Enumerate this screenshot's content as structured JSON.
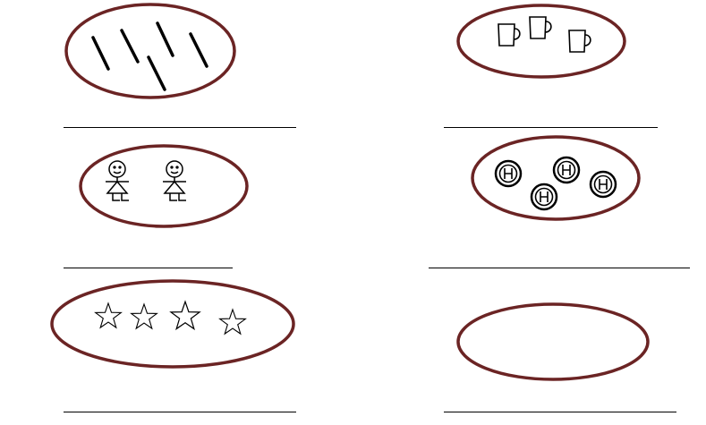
{
  "worksheet": {
    "oval_color": "#6b2424",
    "groups": [
      {
        "object": "stick",
        "icon": "stick-icon",
        "count": 5,
        "answer": ""
      },
      {
        "object": "mug",
        "icon": "mug-icon",
        "count": 3,
        "answer": ""
      },
      {
        "object": "stick-figure",
        "icon": "stick-figure-icon",
        "count": 2,
        "answer": ""
      },
      {
        "object": "ball",
        "icon": "ball-icon",
        "count": 4,
        "answer": ""
      },
      {
        "object": "star",
        "icon": "star-icon",
        "count": 4,
        "answer": ""
      },
      {
        "object": "empty",
        "icon": "",
        "count": 0,
        "answer": ""
      }
    ]
  }
}
